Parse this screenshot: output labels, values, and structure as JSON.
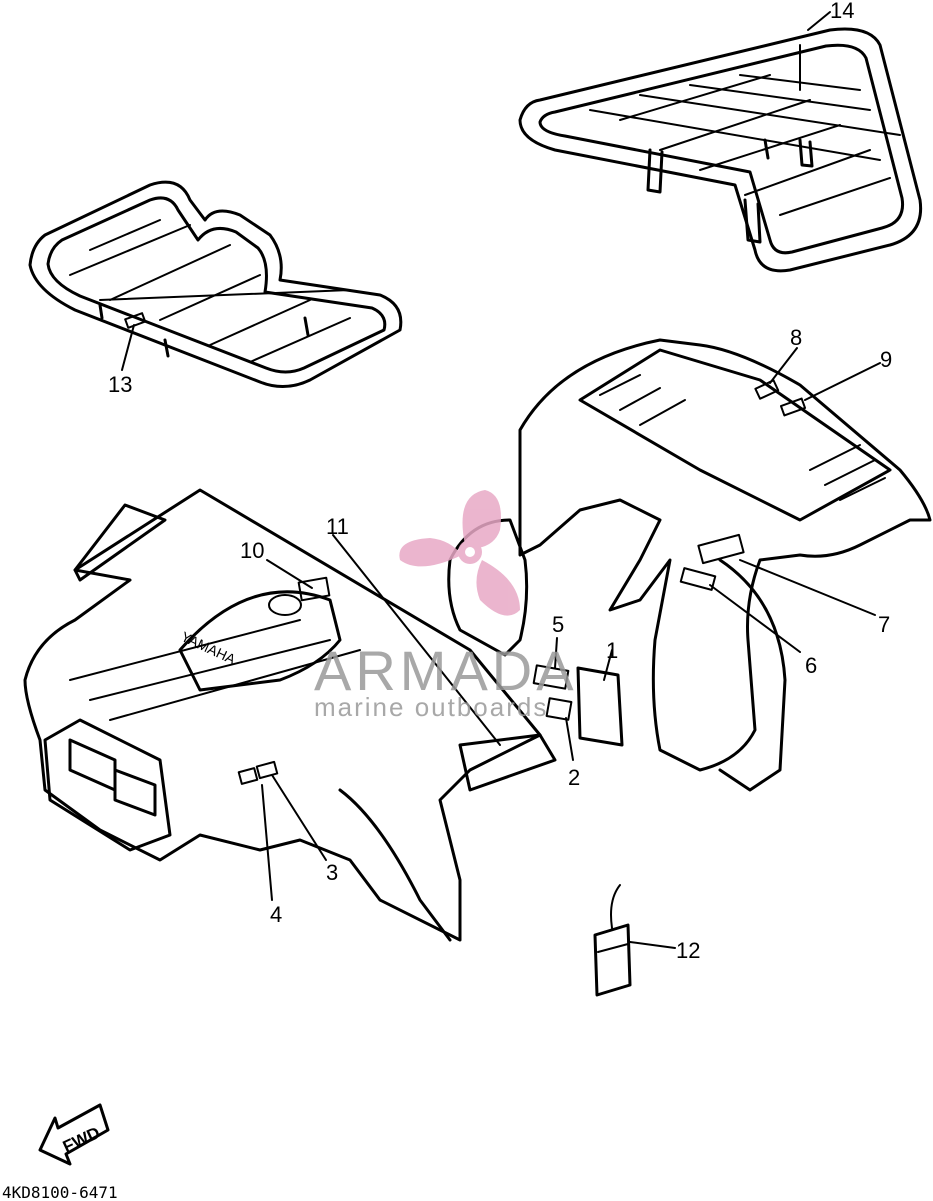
{
  "callouts": [
    {
      "id": "1",
      "text": "1"
    },
    {
      "id": "2",
      "text": "2"
    },
    {
      "id": "3",
      "text": "3"
    },
    {
      "id": "4",
      "text": "4"
    },
    {
      "id": "5",
      "text": "5"
    },
    {
      "id": "6",
      "text": "6"
    },
    {
      "id": "7",
      "text": "7"
    },
    {
      "id": "8",
      "text": "8"
    },
    {
      "id": "9",
      "text": "9"
    },
    {
      "id": "10",
      "text": "10"
    },
    {
      "id": "11",
      "text": "11"
    },
    {
      "id": "12",
      "text": "12"
    },
    {
      "id": "13",
      "text": "13"
    },
    {
      "id": "14",
      "text": "14"
    }
  ],
  "fender_brand": "YAMAHA",
  "fwd_label": "FWD",
  "part_code": "4KD8100-6471",
  "watermark": {
    "name": "ARMADA",
    "tagline": "marine outboards",
    "logo_color": "#e8a9c6",
    "text_color": "#9a9a9a"
  }
}
